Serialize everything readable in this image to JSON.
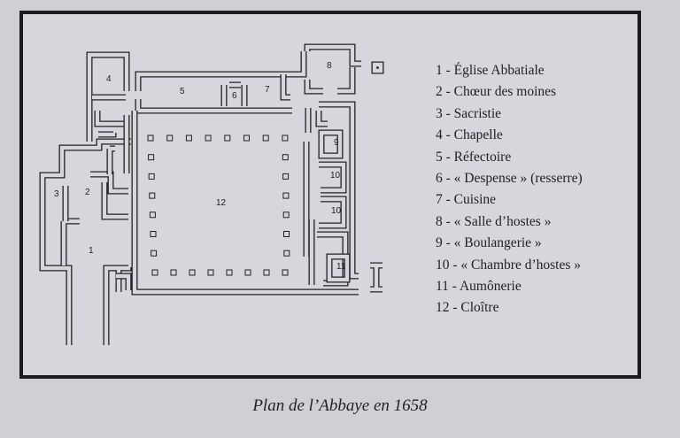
{
  "plan": {
    "room_labels": [
      "1",
      "2",
      "3",
      "4",
      "5",
      "6",
      "7",
      "8",
      "9",
      "10",
      "10",
      "11",
      "12"
    ]
  },
  "legend": [
    "1 - Église Abbatiale",
    "2 - Chœur des moines",
    "3 - Sacristie",
    "4 - Chapelle",
    "5 - Réfectoire",
    "6 - « Despense » (resserre)",
    "7 - Cuisine",
    "8 - « Salle d’hostes »",
    "9 - « Boulangerie »",
    "10 - « Chambre d’hostes »",
    "11 - Aumônerie",
    "12 - Cloître"
  ],
  "caption": "Plan de l’Abbaye en 1658"
}
